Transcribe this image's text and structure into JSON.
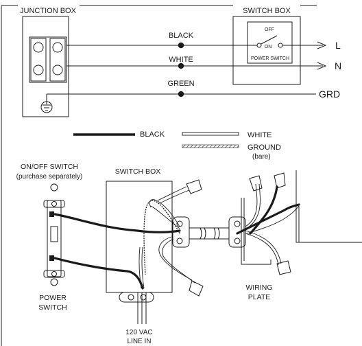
{
  "schematic": {
    "junction_box_title": "JUNCTION BOX",
    "switch_box_title": "SWITCH BOX",
    "wire_black": "BLACK",
    "wire_white": "WHITE",
    "wire_green": "GREEN",
    "terminal_l": "L",
    "terminal_n": "N",
    "terminal_grd": "GRD",
    "switch_off": "OFF",
    "switch_on": "ON",
    "power_switch": "POWER SWITCH"
  },
  "legend": {
    "black": "BLACK",
    "white": "WHITE",
    "ground_line1": "GROUND",
    "ground_line2": "(bare)"
  },
  "install": {
    "switch_title": "ON/OFF SWITCH",
    "switch_note": "(purchase separately)",
    "switch_box": "SWITCH BOX",
    "power_line1": "POWER",
    "power_line2": "SWITCH",
    "vac_line1": "120 VAC",
    "vac_line2": "LINE IN",
    "plate_line1": "WIRING",
    "plate_line2": "PLATE"
  }
}
